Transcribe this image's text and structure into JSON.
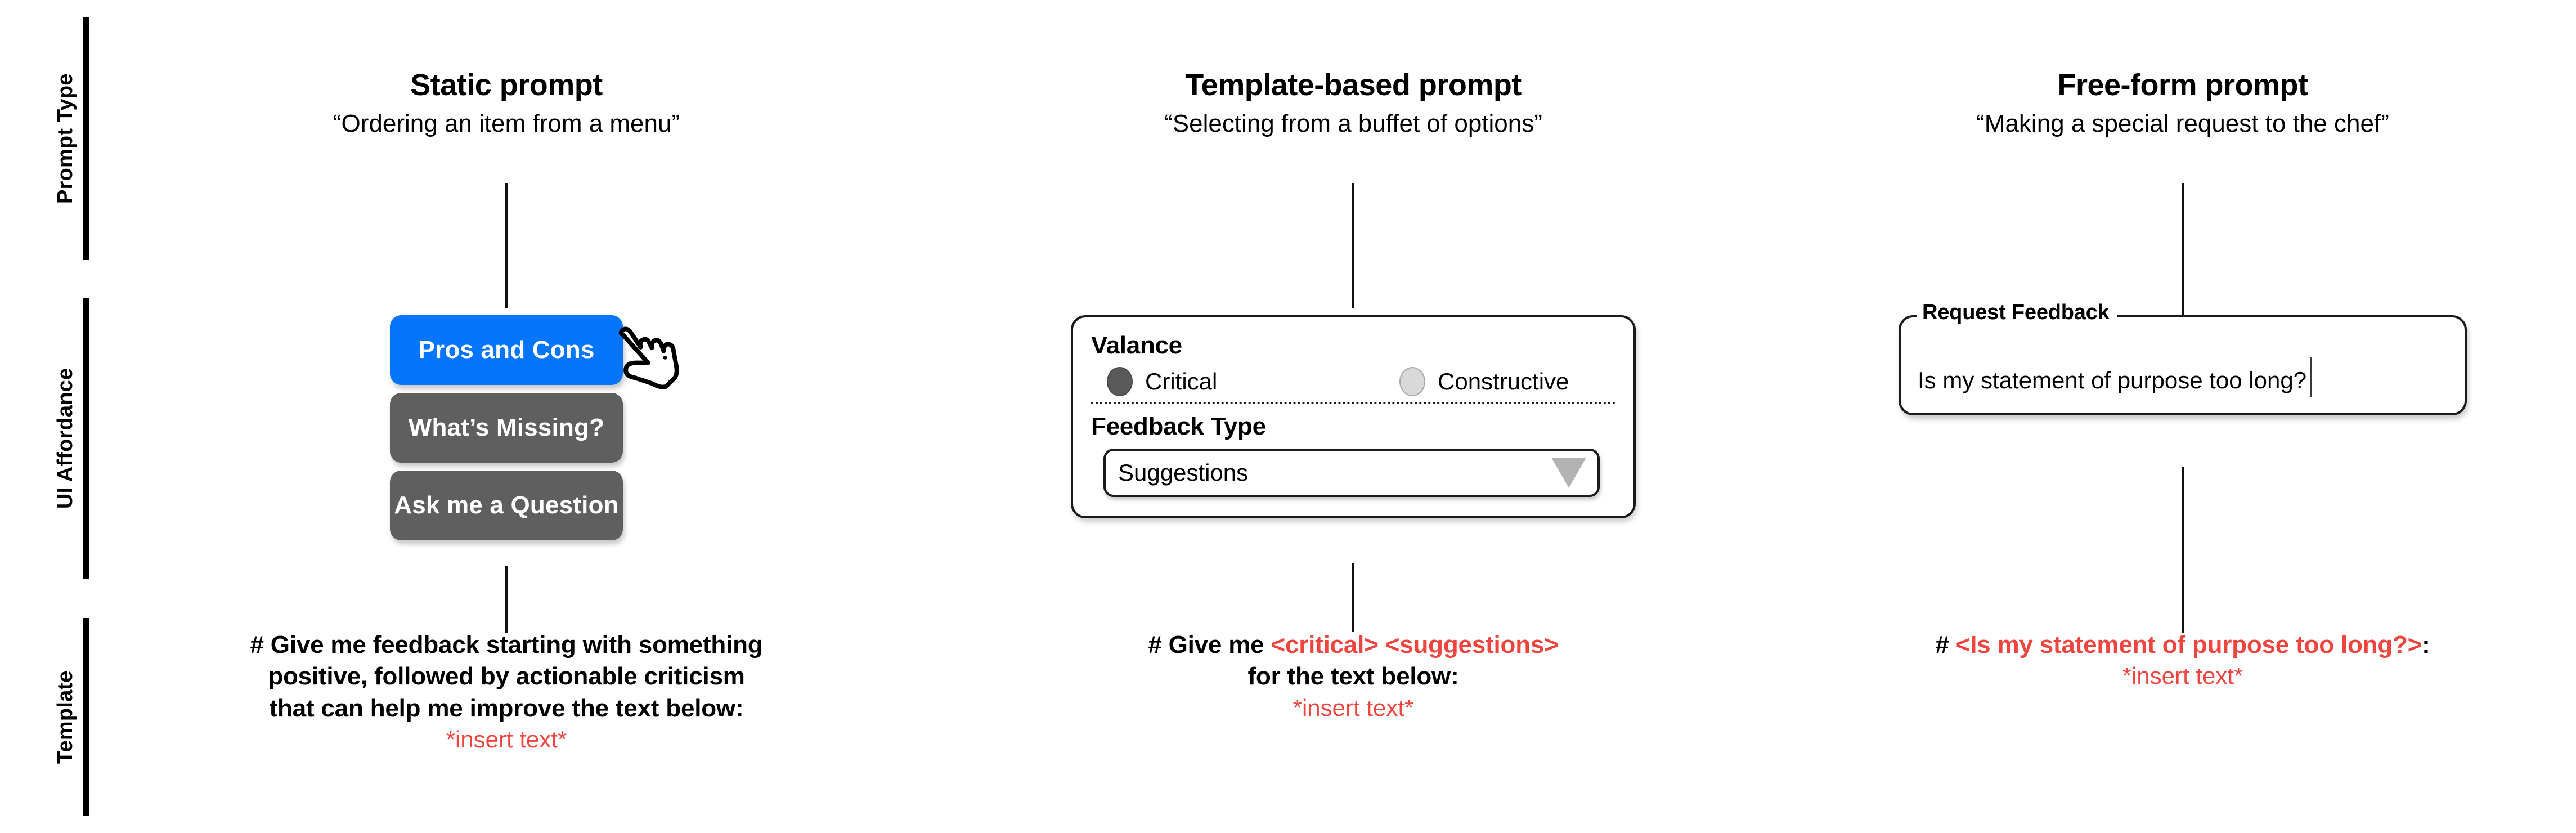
{
  "colors": {
    "primary_blue": "#0575FB",
    "secondary_gray": "#5F5F5F",
    "slot_red": "#F0443E",
    "radio_checked": "#595959",
    "radio_unchecked": "#d9d9d9"
  },
  "row_labels": [
    {
      "id": "prompt-type",
      "label": "Prompt Type"
    },
    {
      "id": "ui-affordance",
      "label": "UI Affordance"
    },
    {
      "id": "template",
      "label": "Template"
    }
  ],
  "columns": [
    {
      "id": "static-prompt",
      "header": {
        "title": "Static prompt",
        "subtitle": "“Ordering an item from a menu”"
      },
      "affordance": {
        "kind": "buttons",
        "cursor_icon": "pointing-hand-cursor-icon",
        "buttons": [
          {
            "label": "Pros and Cons",
            "style": "primary"
          },
          {
            "label": "What’s Missing?",
            "style": "secondary"
          },
          {
            "label": "Ask me a Question",
            "style": "secondary"
          }
        ]
      },
      "template": {
        "lines": [
          "# Give me feedback starting with something",
          "positive, followed by actionable criticism",
          "that can help me improve the text below:"
        ],
        "insert": "*insert text*"
      }
    },
    {
      "id": "template-based-prompt",
      "header": {
        "title": "Template-based prompt",
        "subtitle": "“Selecting from a buffet of options”"
      },
      "affordance": {
        "kind": "panel",
        "valance_label": "Valance",
        "radios": [
          {
            "label": "Critical",
            "checked": true
          },
          {
            "label": "Constructive",
            "checked": false
          }
        ],
        "feedback_type_label": "Feedback Type",
        "select_value": "Suggestions",
        "select_arrow_icon": "chevron-down-icon"
      },
      "template": {
        "prefix": "# Give me ",
        "slots": "<critical> <suggestions>",
        "line2": "for the text below:",
        "insert": "*insert text*"
      }
    },
    {
      "id": "free-form-prompt",
      "header": {
        "title": "Free-form prompt",
        "subtitle": "“Making a special request to the chef”"
      },
      "affordance": {
        "kind": "text-field",
        "legend": "Request Feedback",
        "value": "Is my statement of purpose too long?"
      },
      "template": {
        "prefix": "# ",
        "slots": "<Is my statement of purpose too long?>",
        "suffix": ":",
        "insert": "*insert text*"
      }
    }
  ]
}
